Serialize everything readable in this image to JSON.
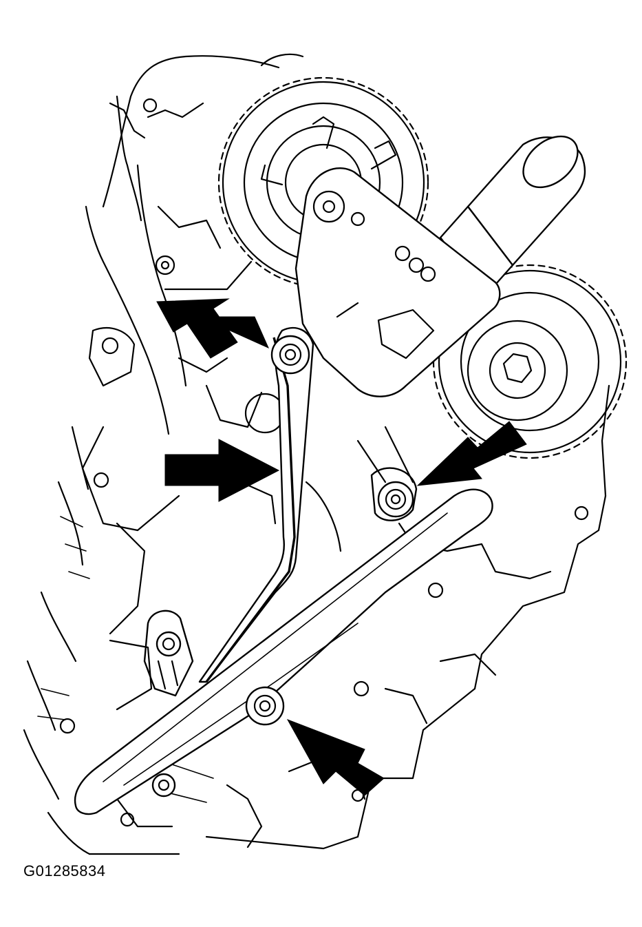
{
  "figure": {
    "id_label": "G01285834"
  },
  "colors": {
    "line": "#000000",
    "background": "#ffffff"
  },
  "callouts": [
    {
      "name": "tensioner-upper-bolt-arrow"
    },
    {
      "name": "tensioner-arm-arrow"
    },
    {
      "name": "right-pivot-bolt-arrow"
    },
    {
      "name": "guide-lower-bolt-arrow"
    }
  ]
}
